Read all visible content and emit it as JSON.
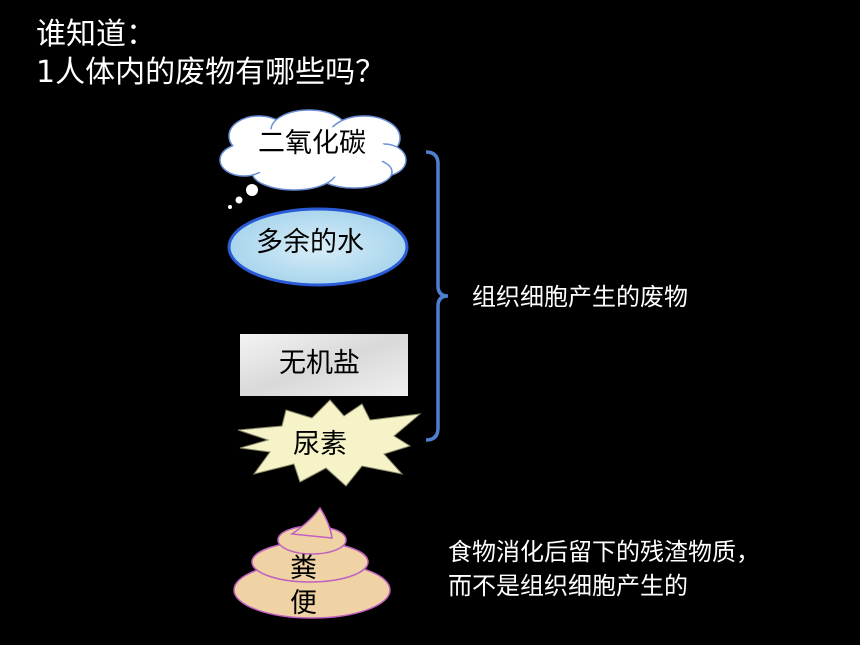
{
  "heading": {
    "line1": "谁知道：",
    "line2": "1人体内的废物有哪些吗？"
  },
  "items": {
    "co2": "二氧化碳",
    "water": "多余的水",
    "salt": "无机盐",
    "urea": "尿素",
    "feces_1": "粪",
    "feces_2": "便"
  },
  "brace_caption": "组织细胞产生的废物",
  "feces_note": {
    "line1": "食物消化后留下的残渣物质，",
    "line2": "而不是组织细胞产生的"
  },
  "colors": {
    "background": "#000000",
    "water_fill": "#b9dff0",
    "water_border": "#2a5bd7",
    "brace": "#4f7fd0",
    "feces_fill": "#efd3a5",
    "feces_border": "#c060c0"
  }
}
